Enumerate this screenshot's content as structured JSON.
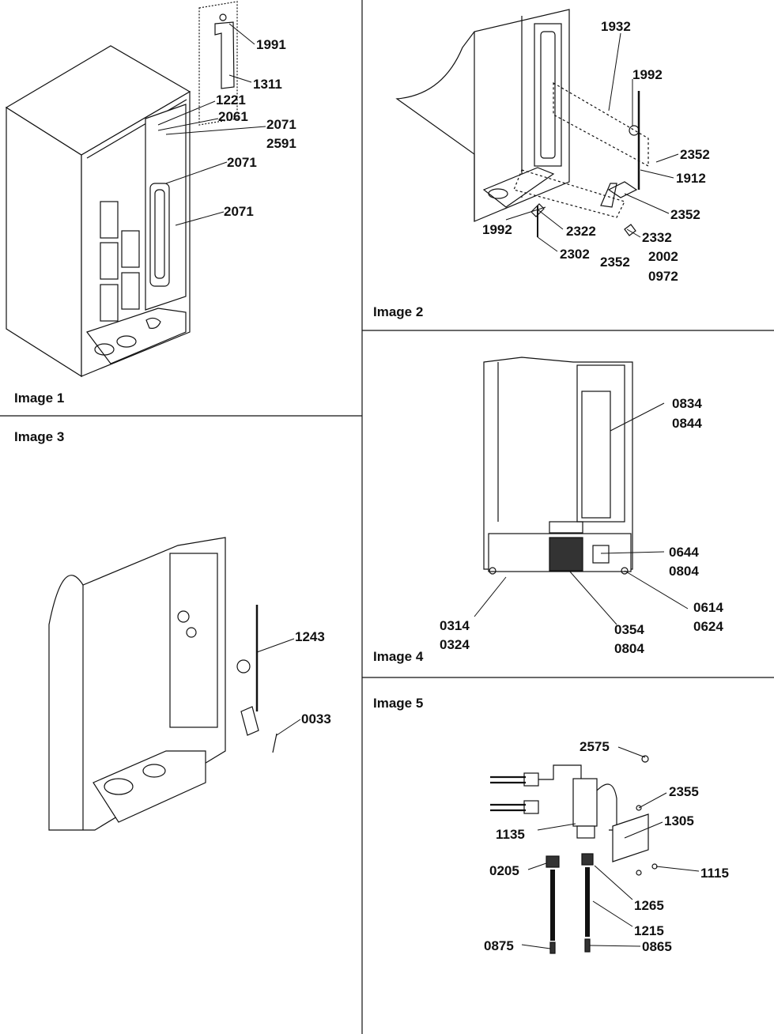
{
  "panels": [
    {
      "title": "Image 1",
      "callouts": [
        "1991",
        "1311",
        "1221",
        "2061",
        "2071",
        "2591",
        "2071",
        "2071"
      ]
    },
    {
      "title": "Image 2",
      "callouts": [
        "1932",
        "1992",
        "2352",
        "1912",
        "2352",
        "2332",
        "2002",
        "0972",
        "2352",
        "2302",
        "2322",
        "1992"
      ]
    },
    {
      "title": "Image 3",
      "callouts": [
        "1243",
        "0033"
      ]
    },
    {
      "title": "Image 4",
      "callouts": [
        "0834",
        "0844",
        "0644",
        "0804",
        "0614",
        "0624",
        "0354",
        "0804",
        "0314",
        "0324"
      ]
    },
    {
      "title": "Image 5",
      "callouts": [
        "2575",
        "2355",
        "1305",
        "1135",
        "1115",
        "0205",
        "1265",
        "1215",
        "0875",
        "0865"
      ]
    }
  ],
  "colors": {
    "ink": "#111111",
    "paper": "#ffffff",
    "fill": "#dcdcdc"
  }
}
